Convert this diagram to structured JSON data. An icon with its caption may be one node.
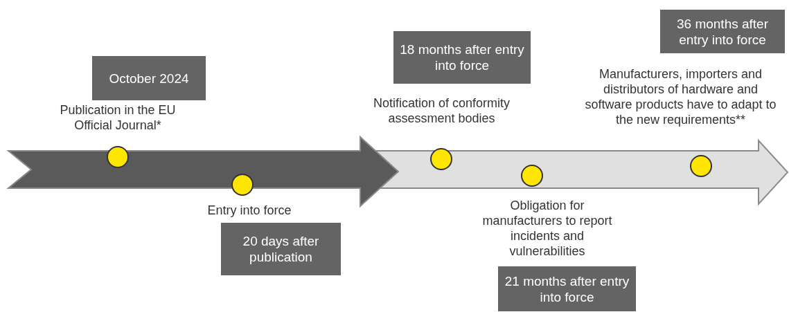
{
  "diagram": {
    "nodes": [
      {
        "text": [
          "October 2024"
        ],
        "beside": [
          "Publication in the EU Official Journal*"
        ]
      },
      {
        "text": [
          "20 days after publication"
        ],
        "beside": [
          "Entry into force"
        ]
      },
      {
        "text": [
          "18 months after entry into force"
        ],
        "beside": [
          "Notification of conformity assessment bodies"
        ]
      },
      {
        "text": [
          "21 months after entry into force"
        ],
        "beside": [
          "Obligation for manufacturers to report incidents and vulnerabilities"
        ]
      },
      {
        "text": [
          "36 months after entry into force"
        ],
        "beside": [
          "Manufacturers, importers and distributors of hardware and software products have to adapt to the new requirements**"
        ]
      }
    ]
  }
}
